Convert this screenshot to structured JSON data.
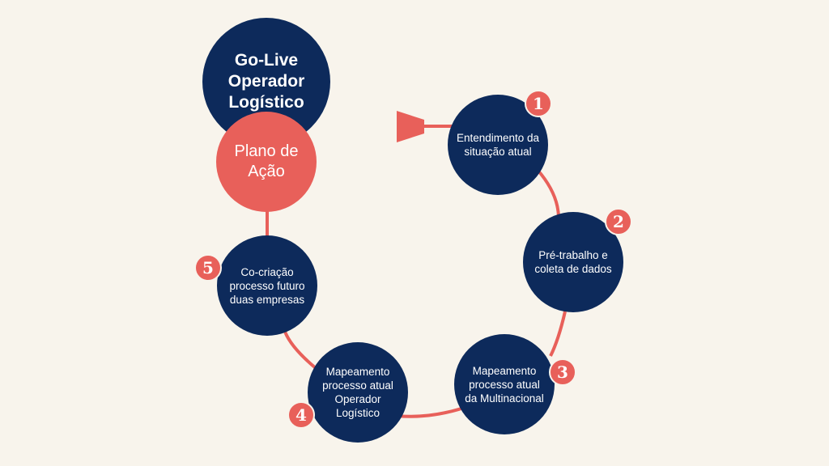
{
  "goal": {
    "text": "Go-Live Operador Logístico"
  },
  "plan": {
    "text": "Plano de Ação"
  },
  "steps": [
    {
      "number": "1",
      "label": "Entendimento da situação atual"
    },
    {
      "number": "2",
      "label": "Pré-trabalho e coleta de dados"
    },
    {
      "number": "3",
      "label": "Mapeamento processo atual da Multinacional"
    },
    {
      "number": "4",
      "label": "Mapeamento processo atual Operador Logístico"
    },
    {
      "number": "5",
      "label": "Co-criação processo futuro duas empresas"
    }
  ],
  "colors": {
    "background": "#f8f4ec",
    "navy": "#0d2a5b",
    "coral": "#e8605a"
  },
  "icons": {
    "start_marker": "megaphone-start-icon"
  }
}
